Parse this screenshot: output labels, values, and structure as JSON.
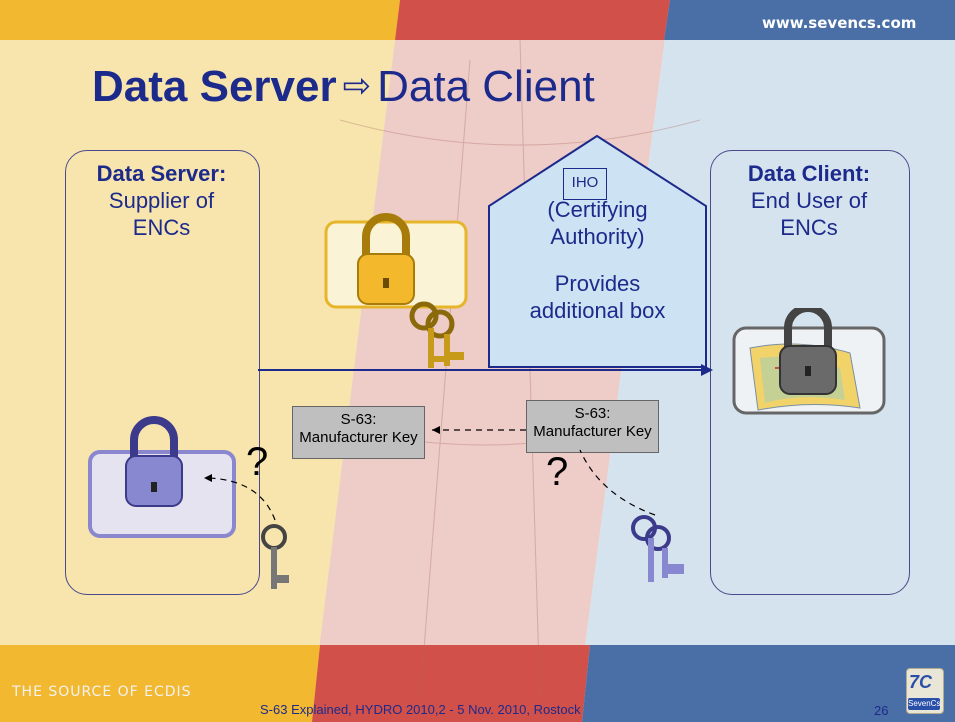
{
  "header": {
    "url": "www.sevencs.com"
  },
  "title": {
    "left": "Data Server",
    "arrow": "⇨",
    "right": "Data Client"
  },
  "server_panel": {
    "heading": "Data Server:",
    "line1": "Supplier of",
    "line2": "ENCs"
  },
  "client_panel": {
    "heading": "Data Client:",
    "line1": "End User of",
    "line2": "ENCs"
  },
  "authority": {
    "badge": "IHO",
    "line1": "(Certifying",
    "line2": "Authority)",
    "line3": "Provides",
    "line4": "additional box"
  },
  "key_box_left": {
    "line1": "S-63:",
    "line2": "Manufacturer Key"
  },
  "key_box_right": {
    "line1": "S-63:",
    "line2": "Manufacturer Key"
  },
  "question_left": "?",
  "question_right": "?",
  "footer": {
    "tagline": "THE SOURCE OF ECDIS",
    "caption": "S-63 Explained, HYDRO 2010,2 - 5 Nov. 2010, Rostock",
    "page": "26",
    "logo_text": "7C",
    "logo_label": "SevenCs"
  },
  "icons": [
    "padlock-icon",
    "key-icon",
    "chart-icon"
  ],
  "colors": {
    "accent": "#1c2a8c",
    "hexagon_fill": "#cde2f2",
    "key_box": "#bfbfbf"
  }
}
